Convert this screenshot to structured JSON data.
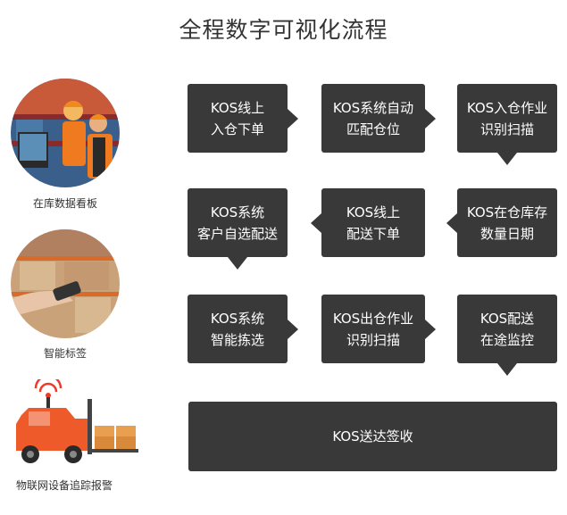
{
  "title": "全程数字可视化流程",
  "side_items": [
    {
      "label": "在库数据看板",
      "icon": "warehouse-workers-photo"
    },
    {
      "label": "智能标签",
      "icon": "handheld-scanner-photo"
    },
    {
      "label": "物联网设备追踪报警",
      "icon": "forklift-signal-icon"
    }
  ],
  "steps": [
    "KOS线上\n入仓下单",
    "KOS系统自动\n匹配仓位",
    "KOS入仓作业\n识别扫描",
    "KOS在仓库存\n数量日期",
    "KOS线上\n配送下单",
    "KOS系统\n客户自选配送",
    "KOS系统\n智能拣选",
    "KOS出仓作业\n识别扫描",
    "KOS配送\n在途监控",
    "KOS送达签收"
  ],
  "colors": {
    "box": "#393939",
    "accent_orange": "#ef5a2a",
    "rack_orange": "#e06a2a"
  }
}
